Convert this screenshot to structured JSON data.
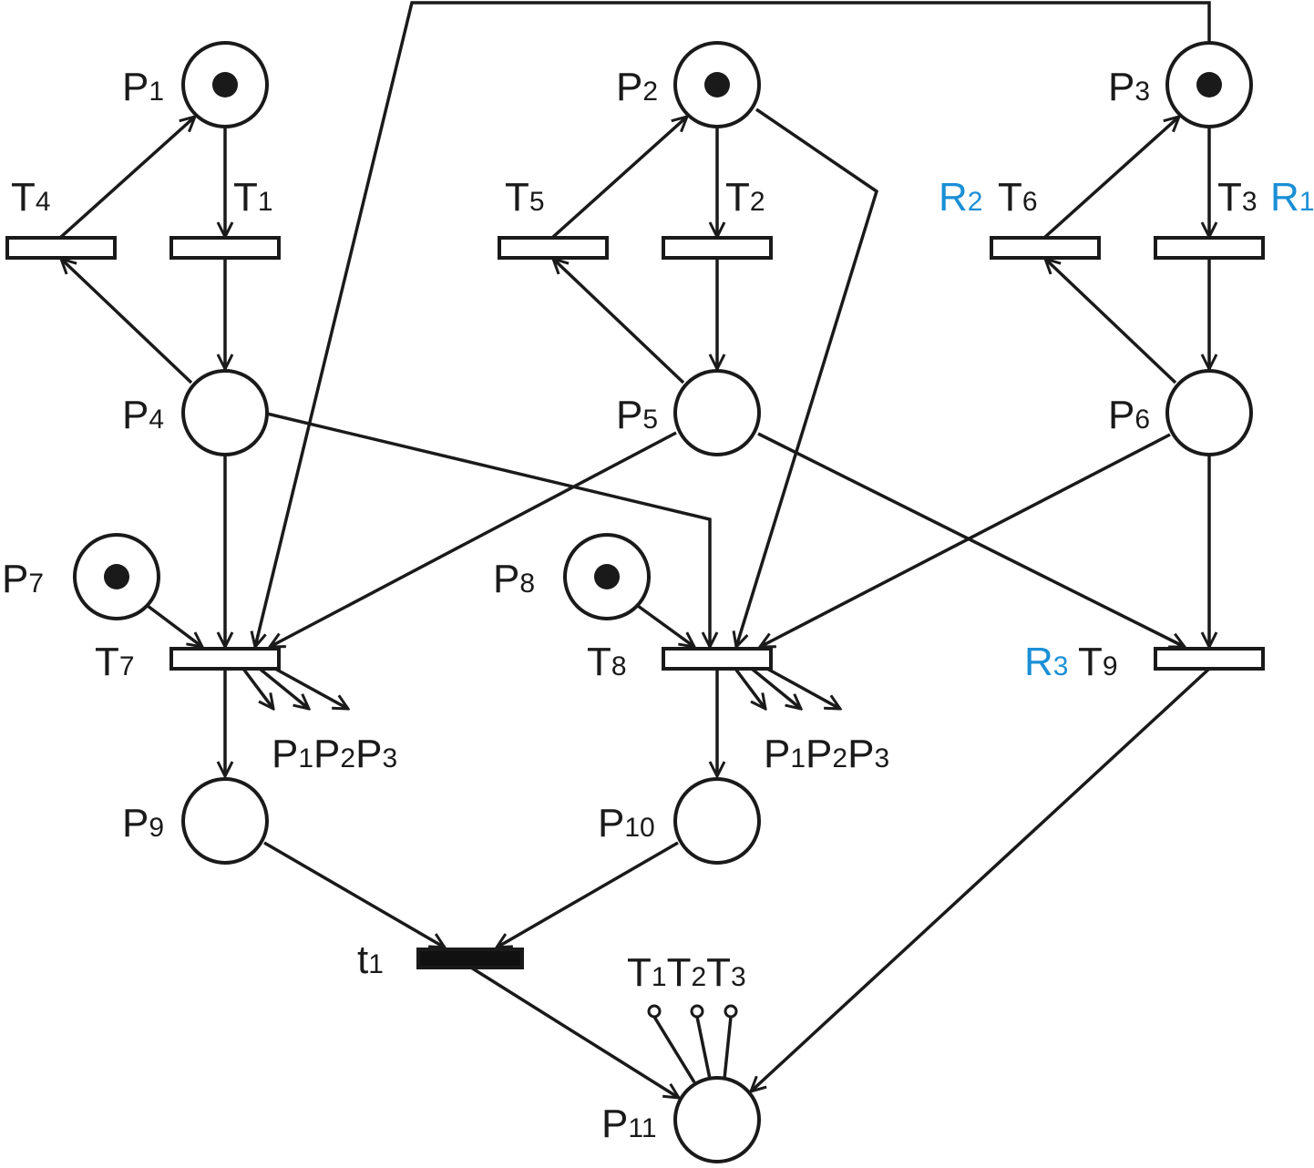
{
  "title": "Petri net with places P1-P11, transitions T1-T9, t1 and resources R1-R3",
  "colors": {
    "stroke": "#1a1a1a",
    "resource_label": "#1a8fd6"
  },
  "places": [
    {
      "id": "P1",
      "base": "P",
      "sub": "1",
      "tokens": 1
    },
    {
      "id": "P2",
      "base": "P",
      "sub": "2",
      "tokens": 1
    },
    {
      "id": "P3",
      "base": "P",
      "sub": "3",
      "tokens": 1
    },
    {
      "id": "P4",
      "base": "P",
      "sub": "4",
      "tokens": 0
    },
    {
      "id": "P5",
      "base": "P",
      "sub": "5",
      "tokens": 0
    },
    {
      "id": "P6",
      "base": "P",
      "sub": "6",
      "tokens": 0
    },
    {
      "id": "P7",
      "base": "P",
      "sub": "7",
      "tokens": 1
    },
    {
      "id": "P8",
      "base": "P",
      "sub": "8",
      "tokens": 1
    },
    {
      "id": "P9",
      "base": "P",
      "sub": "9",
      "tokens": 0
    },
    {
      "id": "P10",
      "base": "P",
      "sub": "10",
      "tokens": 0
    },
    {
      "id": "P11",
      "base": "P",
      "sub": "11",
      "tokens": 0
    }
  ],
  "transitions": [
    {
      "id": "T1",
      "base": "T",
      "sub": "1",
      "resource": null
    },
    {
      "id": "T2",
      "base": "T",
      "sub": "2",
      "resource": null
    },
    {
      "id": "T3",
      "base": "T",
      "sub": "3",
      "resource": {
        "base": "R",
        "sub": "1"
      }
    },
    {
      "id": "T4",
      "base": "T",
      "sub": "4",
      "resource": null
    },
    {
      "id": "T5",
      "base": "T",
      "sub": "5",
      "resource": null
    },
    {
      "id": "T6",
      "base": "T",
      "sub": "6",
      "resource": {
        "base": "R",
        "sub": "2"
      }
    },
    {
      "id": "T7",
      "base": "T",
      "sub": "7",
      "resource": null
    },
    {
      "id": "T8",
      "base": "T",
      "sub": "8",
      "resource": null
    },
    {
      "id": "T9",
      "base": "T",
      "sub": "9",
      "resource": {
        "base": "R",
        "sub": "3"
      }
    },
    {
      "id": "t1",
      "base": "t",
      "sub": "1",
      "resource": null,
      "immediate": true
    }
  ],
  "arcs": [
    [
      "P1",
      "T1"
    ],
    [
      "T1",
      "P4"
    ],
    [
      "P4",
      "T4"
    ],
    [
      "T4",
      "P1"
    ],
    [
      "P2",
      "T2"
    ],
    [
      "T2",
      "P5"
    ],
    [
      "P5",
      "T5"
    ],
    [
      "T5",
      "P2"
    ],
    [
      "P3",
      "T3"
    ],
    [
      "T3",
      "P6"
    ],
    [
      "P6",
      "T6"
    ],
    [
      "T6",
      "P3"
    ],
    [
      "P4",
      "T7"
    ],
    [
      "P5",
      "T7"
    ],
    [
      "P7",
      "T7"
    ],
    [
      "P3",
      "T7"
    ],
    [
      "P4",
      "T8"
    ],
    [
      "P6",
      "T8"
    ],
    [
      "P8",
      "T8"
    ],
    [
      "P2",
      "T8"
    ],
    [
      "P5",
      "T9"
    ],
    [
      "P6",
      "T9"
    ],
    [
      "T7",
      "P9"
    ],
    [
      "T8",
      "P10"
    ],
    [
      "P9",
      "t1"
    ],
    [
      "P10",
      "t1"
    ],
    [
      "t1",
      "P11"
    ],
    [
      "T9",
      "P11"
    ]
  ],
  "output_groups": [
    {
      "from": "T7",
      "label": [
        {
          "base": "P",
          "sub": "1"
        },
        {
          "base": "P",
          "sub": "2"
        },
        {
          "base": "P",
          "sub": "3"
        }
      ]
    },
    {
      "from": "T8",
      "label": [
        {
          "base": "P",
          "sub": "1"
        },
        {
          "base": "P",
          "sub": "2"
        },
        {
          "base": "P",
          "sub": "3"
        }
      ]
    }
  ],
  "inhibitor_group": {
    "to": "P11",
    "label": [
      {
        "base": "T",
        "sub": "1"
      },
      {
        "base": "T",
        "sub": "2"
      },
      {
        "base": "T",
        "sub": "3"
      }
    ]
  }
}
